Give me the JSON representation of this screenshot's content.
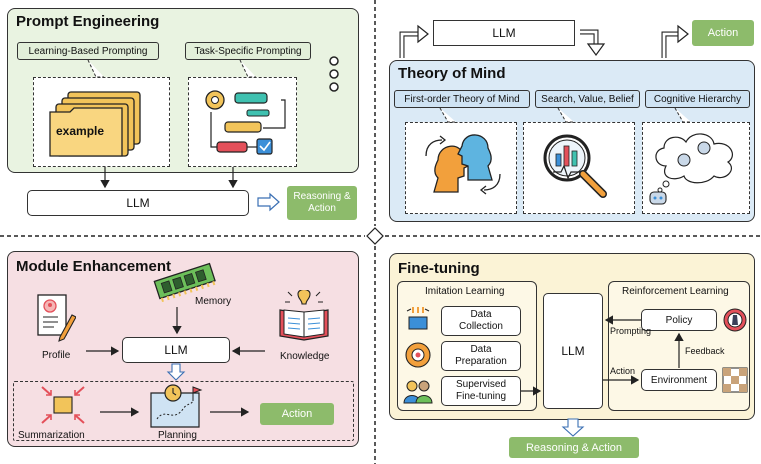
{
  "prompt_engineering": {
    "title": "Prompt Engineering",
    "tag_learning": "Learning-Based Prompting",
    "tag_task": "Task-Specific Prompting",
    "example_label": "example",
    "llm": "LLM",
    "output": "Reasoning & Action"
  },
  "theory_of_mind": {
    "title": "Theory of Mind",
    "llm": "LLM",
    "action": "Action",
    "tag_first_order": "First-order Theory of Mind",
    "tag_search": "Search, Value, Belief",
    "tag_cognitive": "Cognitive Hierarchy"
  },
  "module_enhancement": {
    "title": "Module Enhancement",
    "memory": "Memory",
    "profile": "Profile",
    "knowledge": "Knowledge",
    "llm": "LLM",
    "summarization": "Summarization",
    "planning": "Planning",
    "action": "Action"
  },
  "fine_tuning": {
    "title": "Fine-tuning",
    "imitation": "Imitation Learning",
    "data_collection": "Data Collection",
    "data_preparation": "Data Preparation",
    "supervised": "Supervised Fine-tuning",
    "llm": "LLM",
    "reinforcement": "Reinforcement Learning",
    "policy": "Policy",
    "environment": "Environment",
    "prompting": "Prompting",
    "feedback": "Feedback",
    "action": "Action",
    "output": "Reasoning & Action"
  },
  "colors": {
    "pe_bg": "#e9f3e1",
    "tom_bg": "#dbeaf6",
    "me_bg": "#f6dfe3",
    "ft_bg": "#fbf3d6",
    "green": "#8dbb6b",
    "tag_green": "#e2efd9",
    "tag_blue": "#cfe3f3",
    "inner_yellow": "#fdf8e6"
  }
}
